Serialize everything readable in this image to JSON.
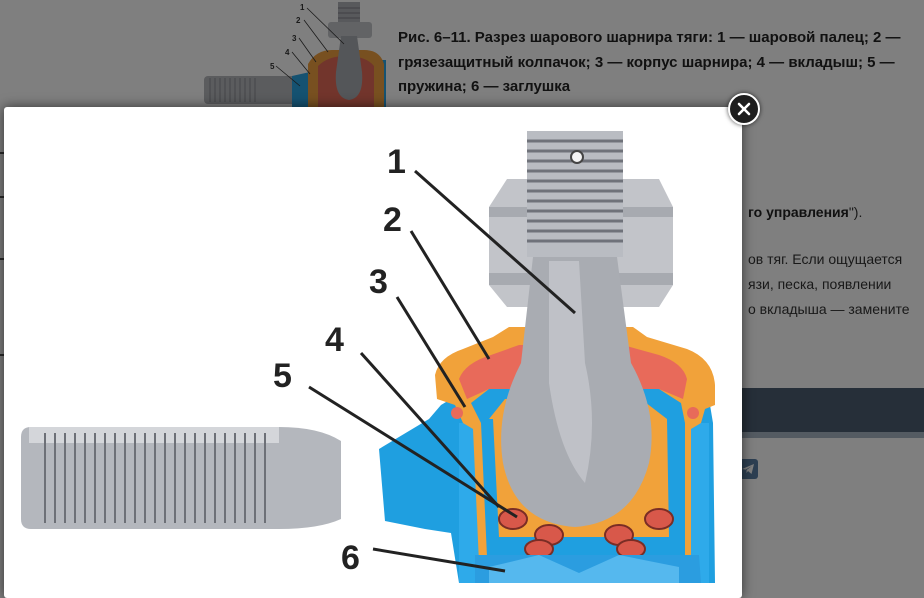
{
  "article": {
    "figure_caption": "Рис. 6–11. Разрез шарового шарнира тяги: 1 — шаровой палец; 2 — грязезащитный колпачок; 3 — корпус шарнира; 4 — вкладыш; 5 — пружина; 6 — заглушка",
    "text_line1_bold": "го управления",
    "text_line1_tail": "\").",
    "text_line2": "ов тяг. Если ощущается",
    "text_line3": "язи, песка, появлении",
    "text_line4": "о вкладыша — замените"
  },
  "thumbnail": {
    "labels": [
      "1",
      "2",
      "3",
      "4",
      "5"
    ]
  },
  "lightbox": {
    "part_numbers": [
      "1",
      "2",
      "3",
      "4",
      "5",
      "6"
    ]
  },
  "icons": {
    "close": "close-icon",
    "share": "telegram-icon"
  },
  "colors": {
    "overlay": "#000000",
    "housing_blue": "#1f9fe0",
    "boot_orange": "#f1a23a",
    "liner_red": "#e86a5a",
    "steel_gray": "#a9acb2",
    "info_bar": "#4d5f72"
  }
}
